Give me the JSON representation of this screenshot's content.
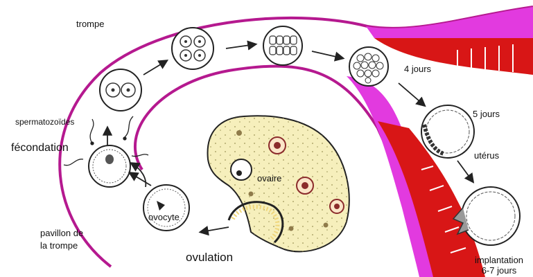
{
  "labels": {
    "trompe": "trompe",
    "spermatozoides": "spermatozoïdes",
    "fecondation": "fécondation",
    "pavillon_line1": "pavillon de",
    "pavillon_line2": "la trompe",
    "ovocyte": "ovocyte",
    "ovaire": "ovaire",
    "ovulation": "ovulation",
    "quatre_jours": "4 jours",
    "cinq_jours": "5 jours",
    "uterus": "utérus",
    "implantation_line1": "implantation",
    "implantation_line2": "6-7 jours"
  },
  "colors": {
    "tube": "#b5198f",
    "uterine_wall": "#d81616",
    "uterine_lining": "#e23adf",
    "ovary_fill": "#f6efbc",
    "background": "#ffffff"
  }
}
